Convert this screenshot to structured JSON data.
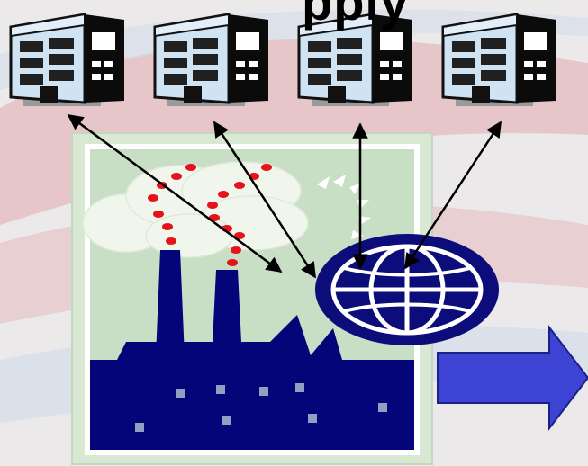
{
  "slide": {
    "title_fragment": "pply",
    "colors": {
      "background": "#ece9ea",
      "swoosh_red": "#e6b9bd",
      "swoosh_blue": "#d4ddea",
      "building_glass": "#cfe3f2",
      "building_dark": "#0b0b0b",
      "panel_green": "#c9dfc5",
      "factory_navy": "#05057a",
      "smoke_cloud": "#f1f6ec",
      "smoke_dots": "#e5141c",
      "globe": "#0c0c7a",
      "arrow_blue": "#3d44d4"
    }
  },
  "diagram": {
    "nodes": [
      {
        "id": "building-1",
        "kind": "building-icon"
      },
      {
        "id": "building-2",
        "kind": "building-icon"
      },
      {
        "id": "building-3",
        "kind": "building-icon"
      },
      {
        "id": "building-4",
        "kind": "building-icon"
      },
      {
        "id": "factory",
        "kind": "factory-icon"
      },
      {
        "id": "globe",
        "kind": "globe-icon"
      },
      {
        "id": "next-arrow",
        "kind": "right-arrow-icon"
      }
    ],
    "edges": [
      {
        "from": "building-1",
        "to": "factory",
        "style": "double-arrow"
      },
      {
        "from": "building-2",
        "to": "factory",
        "style": "double-arrow"
      },
      {
        "from": "building-3",
        "to": "globe",
        "style": "double-arrow"
      },
      {
        "from": "building-4",
        "to": "globe",
        "style": "double-arrow"
      }
    ]
  }
}
